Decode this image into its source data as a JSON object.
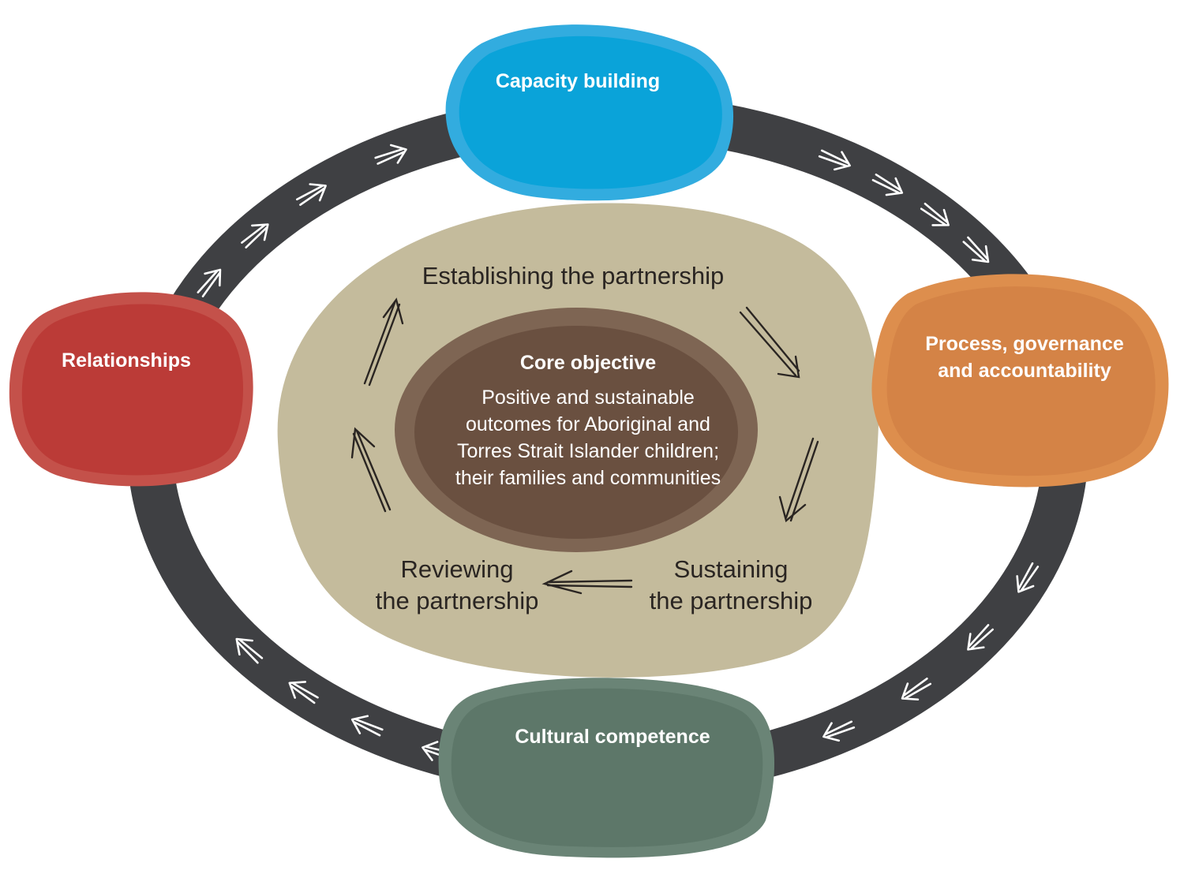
{
  "outer_cycle": {
    "nodes": [
      {
        "id": "capacity-building",
        "lines": [
          "Capacity building"
        ],
        "color": "#0aa3d9",
        "rim": "#32acdf"
      },
      {
        "id": "process-governance",
        "lines": [
          "Process, governance",
          "and accountability"
        ],
        "color": "#d48346",
        "rim": "#dd8e4d"
      },
      {
        "id": "cultural-competence",
        "lines": [
          "Cultural competence"
        ],
        "color": "#5d7769",
        "rim": "#6a8476"
      },
      {
        "id": "relationships",
        "lines": [
          "Relationships"
        ],
        "color": "#bb3b37",
        "rim": "#c4514a"
      }
    ],
    "track_color": "#3f4043",
    "direction": "clockwise"
  },
  "inner_cycle": {
    "stages": [
      {
        "id": "establishing",
        "lines": [
          "Establishing the partnership"
        ]
      },
      {
        "id": "sustaining",
        "lines": [
          "Sustaining",
          "the partnership"
        ]
      },
      {
        "id": "reviewing",
        "lines": [
          "Reviewing",
          "the partnership"
        ]
      }
    ],
    "background": "#c4bb9c",
    "direction": "clockwise"
  },
  "core": {
    "title": "Core objective",
    "lines": [
      "Positive and sustainable",
      "outcomes for Aboriginal and",
      "Torres Strait Islander children;",
      "their families and communities"
    ],
    "color": "#6a5040",
    "rim": "#7e6553"
  }
}
